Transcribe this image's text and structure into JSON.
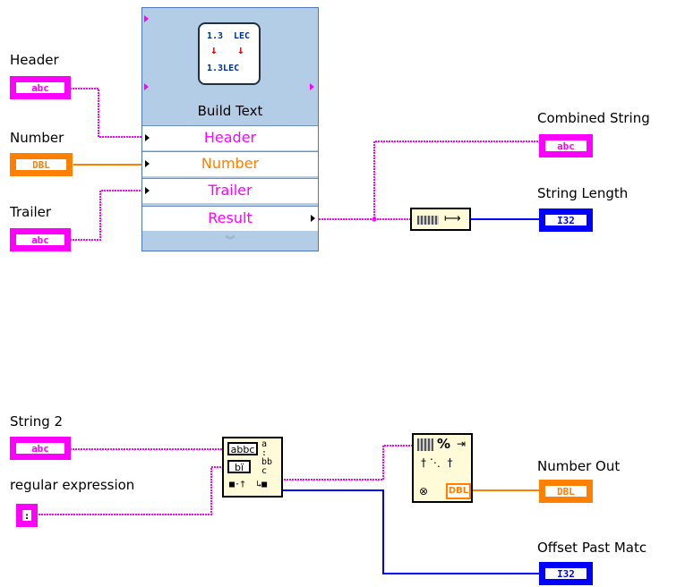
{
  "colors": {
    "string_wire": "#ff00ff",
    "double_wire": "#ff7f00",
    "integer_wire": "#0000ff",
    "express_vi_bg": "#b4cde6"
  },
  "inputs": {
    "header": {
      "label": "Header",
      "type": "abc"
    },
    "number": {
      "label": "Number",
      "type": "DBL"
    },
    "trailer": {
      "label": "Trailer",
      "type": "abc"
    },
    "string2": {
      "label": "String 2",
      "type": "abc"
    },
    "regex": {
      "label": "regular expression",
      "type": ":"
    }
  },
  "build_text": {
    "title": "Build Text",
    "icon_top_left": "1.3",
    "icon_top_right": "LEC",
    "icon_bottom": "1.3LEC",
    "rows": [
      "Header",
      "Number",
      "Trailer",
      "Result"
    ]
  },
  "outputs": {
    "combined_string": {
      "label": "Combined String",
      "type": "abc"
    },
    "string_length": {
      "label": "String Length",
      "type": "I32"
    },
    "number_out": {
      "label": "Number Out",
      "type": "DBL"
    },
    "offset_past_match": {
      "label": "Offset Past Matc",
      "type": "I32"
    }
  },
  "nodes": {
    "string_length_fn": "string-length-function-icon",
    "match_pattern_fn": "match-pattern-function-icon",
    "fract_exp_to_number_fn": "fract-exp-string-to-number-function-icon"
  },
  "icon_text": {
    "match_pattern_top": "abbc",
    "match_pattern_mid": "bï",
    "fract_exp_pct": "%",
    "fract_exp_dbl": "DBL"
  }
}
